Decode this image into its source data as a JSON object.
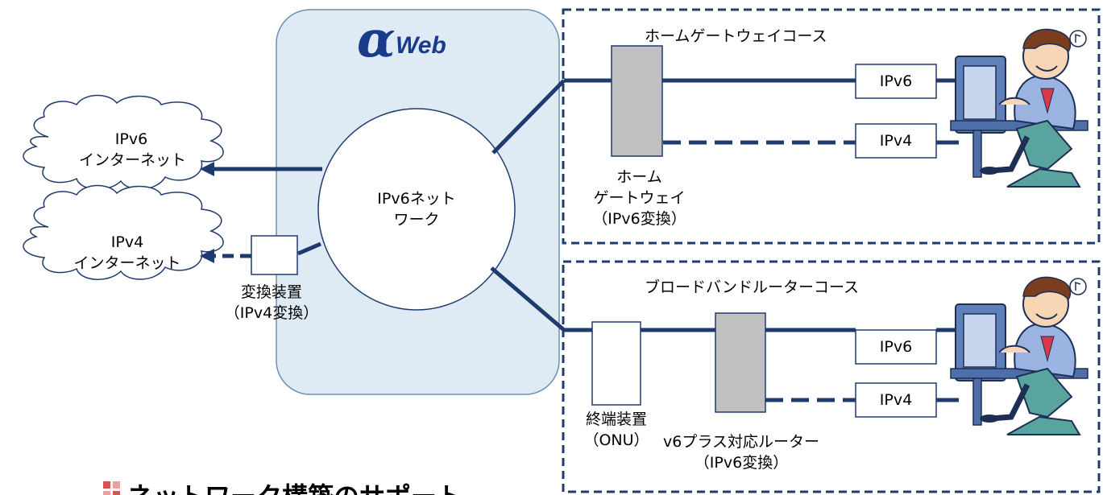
{
  "logo": {
    "text": "αWeb",
    "greek": "α",
    "word": "Web"
  },
  "network": {
    "line1": "IPv6ネット",
    "line2": "ワーク"
  },
  "internet_v6": {
    "line1": "IPv6",
    "line2": "インターネット"
  },
  "internet_v4": {
    "line1": "IPv4",
    "line2": "インターネット"
  },
  "converter": {
    "line1": "変換装置",
    "line2": "（IPv4変換）"
  },
  "course1": {
    "title": "ホームゲートウェイコース",
    "device_line1": "ホーム",
    "device_line2": "ゲートウェイ",
    "device_line3": "（IPv6変換）",
    "ipv6": "IPv6",
    "ipv4": "IPv4"
  },
  "course2": {
    "title": "ブロードバンドルーターコース",
    "onu_line1": "終端装置",
    "onu_line2": "（ONU）",
    "router_line1": "v6プラス対応ルーター",
    "router_line2": "（IPv6変換）",
    "ipv6": "IPv6",
    "ipv4": "IPv4"
  },
  "footer": {
    "heading": "ネットワーク構築のサポート"
  },
  "colors": {
    "line": "#1f3b6e",
    "panel": "#deebf5",
    "panel_border": "#6c8fb3",
    "device": "#c0c0c0",
    "accent": "#d9534f"
  }
}
